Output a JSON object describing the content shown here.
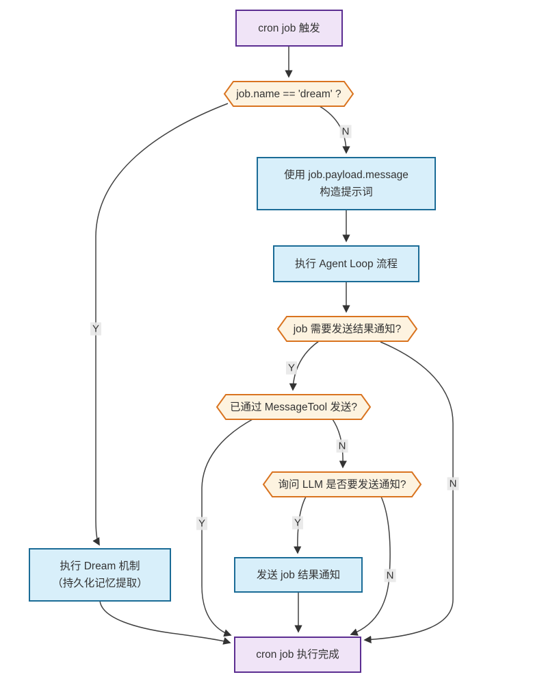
{
  "diagram": {
    "type": "flowchart",
    "direction": "top-down",
    "nodes": {
      "trigger": {
        "label": "cron job 触发",
        "shape": "rect",
        "style": "purple"
      },
      "is_dream": {
        "label": "job.name == 'dream' ?",
        "shape": "hexagon",
        "style": "orange"
      },
      "build_prompt": {
        "line1": "使用 job.payload.message",
        "line2": "构造提示词",
        "shape": "rect",
        "style": "blue"
      },
      "agent_loop": {
        "label": "执行 Agent Loop 流程",
        "shape": "rect",
        "style": "blue"
      },
      "need_notify": {
        "label": "job 需要发送结果通知?",
        "shape": "hexagon",
        "style": "orange"
      },
      "via_messagetool": {
        "label": "已通过 MessageTool 发送?",
        "shape": "hexagon",
        "style": "orange"
      },
      "ask_llm": {
        "label": "询问 LLM 是否要发送通知?",
        "shape": "hexagon",
        "style": "orange"
      },
      "send_result": {
        "label": "发送 job 结果通知",
        "shape": "rect",
        "style": "blue"
      },
      "dream": {
        "line1": "执行 Dream 机制",
        "line2": "（持久化记忆提取）",
        "shape": "rect",
        "style": "blue"
      },
      "done": {
        "label": "cron job 执行完成",
        "shape": "rect",
        "style": "purple"
      }
    },
    "edges": [
      {
        "from": "trigger",
        "to": "is_dream",
        "label": ""
      },
      {
        "from": "is_dream",
        "to": "build_prompt",
        "label": "N"
      },
      {
        "from": "is_dream",
        "to": "dream",
        "label": "Y"
      },
      {
        "from": "build_prompt",
        "to": "agent_loop",
        "label": ""
      },
      {
        "from": "agent_loop",
        "to": "need_notify",
        "label": ""
      },
      {
        "from": "need_notify",
        "to": "via_messagetool",
        "label": "Y"
      },
      {
        "from": "need_notify",
        "to": "done",
        "label": "N"
      },
      {
        "from": "via_messagetool",
        "to": "ask_llm",
        "label": "N"
      },
      {
        "from": "via_messagetool",
        "to": "done",
        "label": "Y"
      },
      {
        "from": "ask_llm",
        "to": "send_result",
        "label": "Y"
      },
      {
        "from": "ask_llm",
        "to": "done",
        "label": "N"
      },
      {
        "from": "send_result",
        "to": "done",
        "label": ""
      },
      {
        "from": "dream",
        "to": "done",
        "label": ""
      }
    ],
    "edge_labels": {
      "is_dream_no": "N",
      "is_dream_yes": "Y",
      "need_notify_yes": "Y",
      "need_notify_no": "N",
      "via_messagetool_no": "N",
      "via_messagetool_yes": "Y",
      "ask_llm_yes": "Y",
      "ask_llm_no": "N"
    },
    "colors": {
      "purple_fill": "#f0e4f7",
      "purple_border": "#5b2d91",
      "blue_fill": "#d8effa",
      "blue_border": "#1a6b96",
      "hexagon_fill": "#fdf3e0",
      "hexagon_border": "#d9731f",
      "edge_stroke": "#404040",
      "edge_label_bg": "#e8e8e8",
      "text": "#333333",
      "background": "#ffffff"
    }
  }
}
